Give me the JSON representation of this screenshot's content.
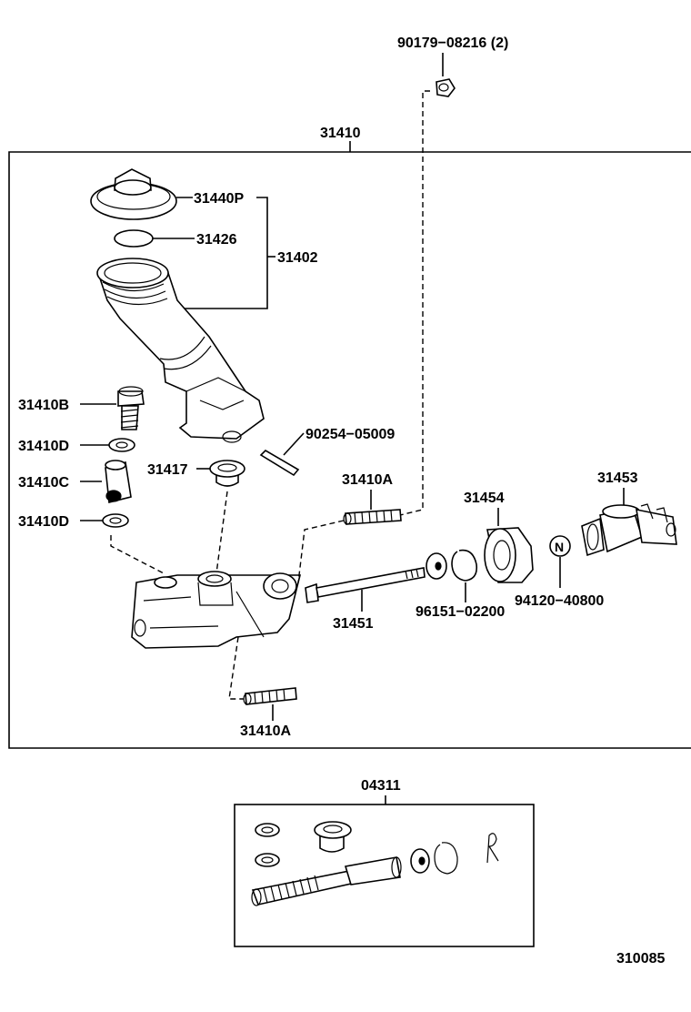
{
  "labels": {
    "p90179": "90179−08216 (2)",
    "p31410": "31410",
    "p31440P": "31440P",
    "p31426": "31426",
    "p31402": "31402",
    "p31410B": "31410B",
    "p31410D_top": "31410D",
    "p31410C": "31410C",
    "p31410D_bot": "31410D",
    "p31417": "31417",
    "p90254": "90254−05009",
    "p31410A_top": "31410A",
    "p31454": "31454",
    "p31453": "31453",
    "p31451": "31451",
    "p96151": "96151−02200",
    "p94120": "94120−40800",
    "p31410A_bot": "31410A",
    "p04311": "04311",
    "nut_symbol": "N",
    "diagram_code": "310085"
  }
}
